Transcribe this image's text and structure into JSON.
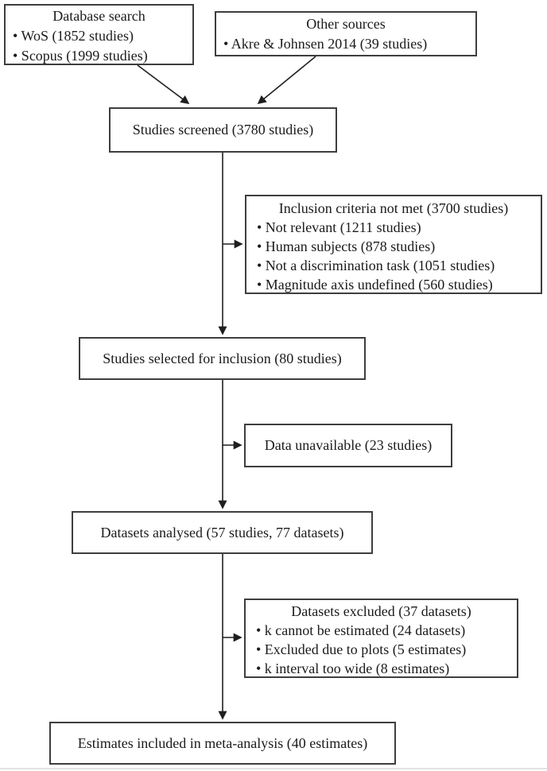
{
  "colors": {
    "box_border": "#3e3e3e",
    "arrow": "#1f1f1f",
    "text": "#1b1b1b",
    "background": "#ffffff",
    "bottom_rule": "#e3e3e3"
  },
  "boxes": {
    "database_search": {
      "title": "Database search",
      "items": [
        "• WoS (1852 studies)",
        "• Scopus (1999 studies)"
      ]
    },
    "other_sources": {
      "title": "Other sources",
      "items": [
        "• Akre & Johnsen 2014 (39 studies)"
      ]
    },
    "studies_screened": {
      "title": "Studies screened (3780 studies)"
    },
    "inclusion_criteria_not_met": {
      "title": "Inclusion criteria not met (3700 studies)",
      "items": [
        "• Not relevant (1211 studies)",
        "• Human subjects (878 studies)",
        "• Not a discrimination task (1051 studies)",
        "• Magnitude axis undefined (560 studies)"
      ]
    },
    "studies_selected": {
      "title": "Studies selected for inclusion (80 studies)"
    },
    "data_unavailable": {
      "title": "Data unavailable (23 studies)"
    },
    "datasets_analysed": {
      "title": "Datasets analysed (57 studies, 77 datasets)"
    },
    "datasets_excluded": {
      "title": "Datasets excluded (37 datasets)",
      "items": [
        "• k cannot be estimated (24 datasets)",
        "• Excluded due to plots (5 estimates)",
        "• k interval too wide (8 estimates)"
      ]
    },
    "estimates_included": {
      "title": "Estimates included in meta-analysis (40 estimates)"
    }
  },
  "edges": [
    {
      "from": "database_search",
      "to": "studies_screened"
    },
    {
      "from": "other_sources",
      "to": "studies_screened"
    },
    {
      "from": "studies_screened",
      "to": "inclusion_criteria_not_met"
    },
    {
      "from": "studies_screened",
      "to": "studies_selected"
    },
    {
      "from": "studies_selected",
      "to": "data_unavailable"
    },
    {
      "from": "studies_selected",
      "to": "datasets_analysed"
    },
    {
      "from": "datasets_analysed",
      "to": "datasets_excluded"
    },
    {
      "from": "datasets_analysed",
      "to": "estimates_included"
    }
  ]
}
